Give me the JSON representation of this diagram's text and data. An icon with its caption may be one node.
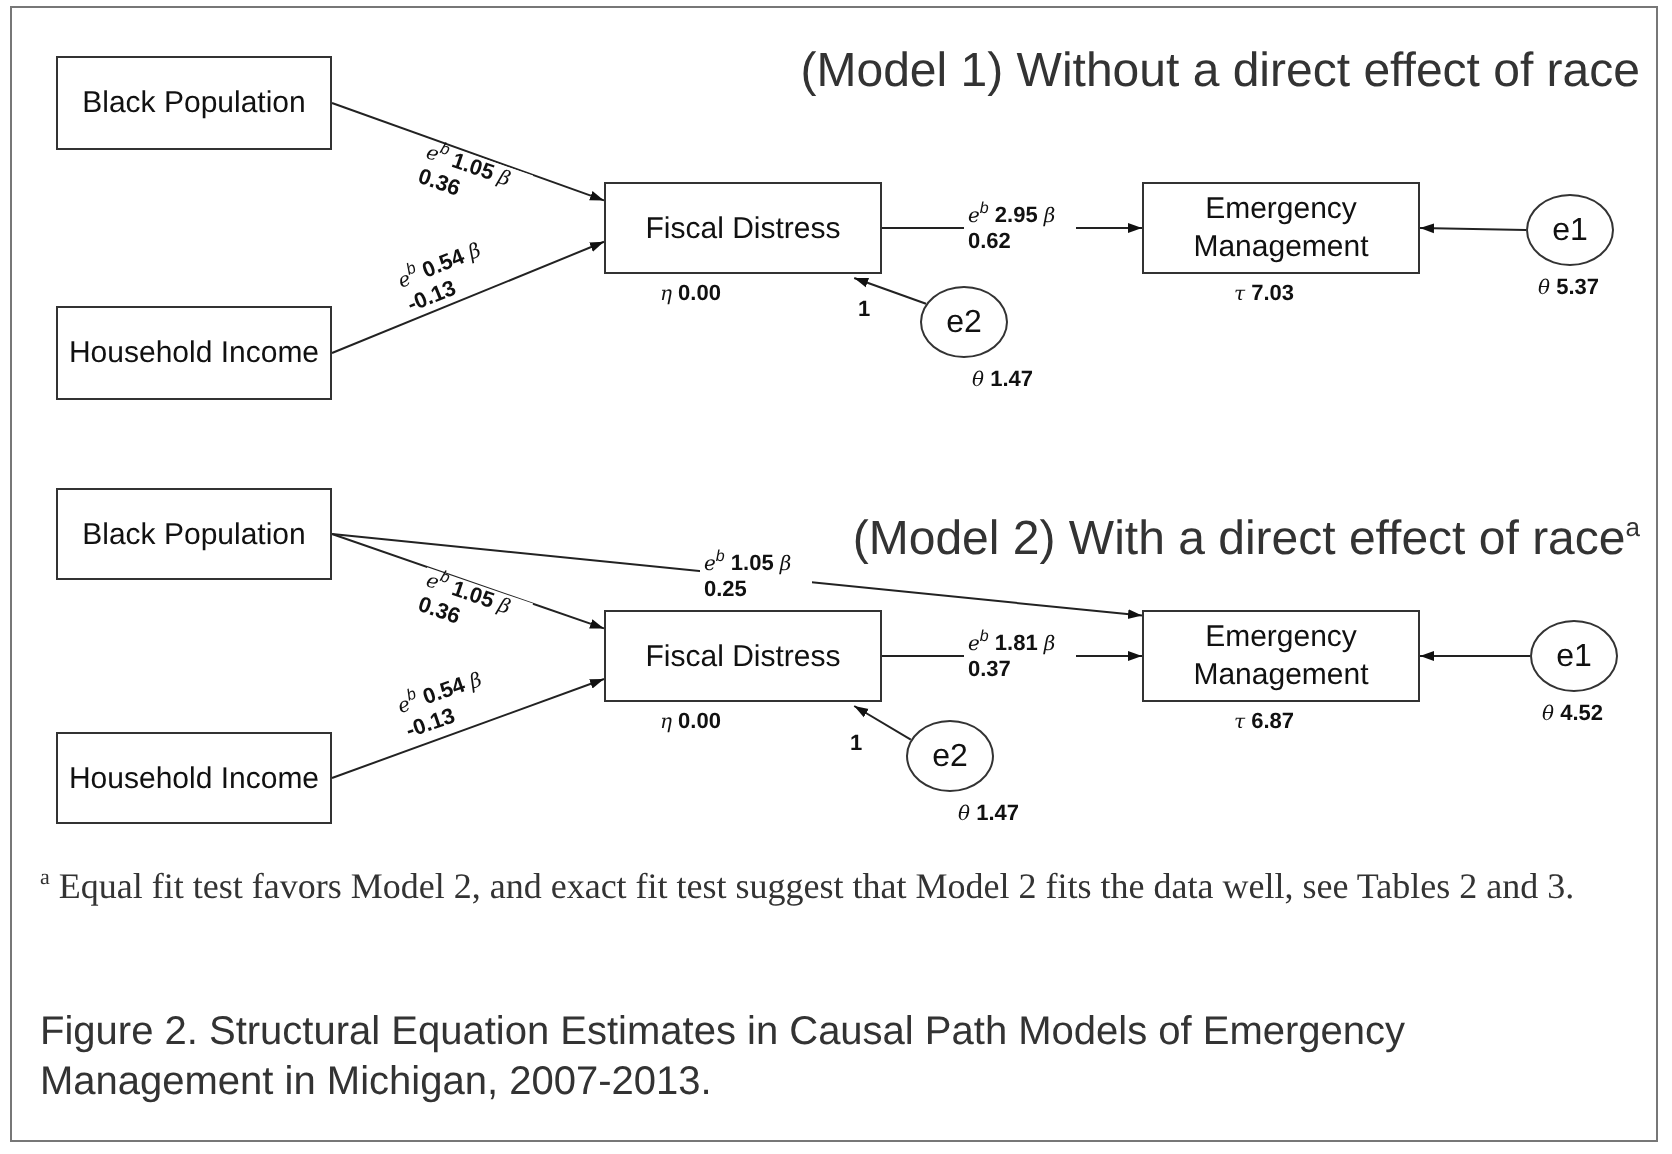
{
  "diagram": {
    "caption": "Figure 2. Structural Equation Estimates in Causal Path Models of Emergency Management in Michigan, 2007-2013.",
    "nodes": [
      {
        "text": [
          "Black Population"
        ]
      },
      {
        "text": [
          "Household Income"
        ]
      },
      {
        "text": [
          "Fiscal Distress"
        ],
        "beside": [
          "*η* 0.00"
        ]
      },
      {
        "text": [
          "Emergency Management"
        ],
        "beside": [
          "*τ* 7.03"
        ]
      },
      {
        "text": [
          "e1"
        ],
        "beside": [
          "*θ* 5.37"
        ]
      },
      {
        "text": [
          "e2"
        ],
        "beside": [
          "*θ* 1.47"
        ]
      },
      {
        "text": [
          "Black Population"
        ]
      },
      {
        "text": [
          "Household Income"
        ]
      },
      {
        "text": [
          "Fiscal Distress"
        ],
        "beside": [
          "*η* 0.00"
        ]
      },
      {
        "text": [
          "Emergency Management"
        ],
        "beside": [
          "*τ* 6.87"
        ]
      },
      {
        "text": [
          "e1"
        ],
        "beside": [
          "*θ* 4.52"
        ]
      },
      {
        "text": [
          "e2"
        ],
        "beside": [
          "*θ* 1.47"
        ]
      }
    ],
    "edges": [
      {
        "from": 0,
        "to": 2,
        "arrow": "to",
        "label": "*e*$^{b}$ 1.05 *β* 0.36"
      },
      {
        "from": 1,
        "to": 2,
        "arrow": "to",
        "label": "*e*$^{b}$ 0.54 *β* -0.13"
      },
      {
        "from": 2,
        "to": 3,
        "arrow": "to",
        "label": "*e*$^{b}$ 2.95 *β* 0.62"
      },
      {
        "from": 4,
        "to": 3,
        "arrow": "to"
      },
      {
        "from": 5,
        "to": 2,
        "arrow": "to",
        "label": "1"
      },
      {
        "from": 6,
        "to": 9,
        "arrow": "to",
        "label": "*e*$^{b}$ 1.05 *β* 0.25"
      },
      {
        "from": 6,
        "to": 8,
        "arrow": "to",
        "label": "*e*$^{b}$ 1.05 *β* 0.36"
      },
      {
        "from": 7,
        "to": 8,
        "arrow": "to",
        "label": "*e*$^{b}$ 0.54 *β* -0.13"
      },
      {
        "from": 8,
        "to": 9,
        "arrow": "to",
        "label": "*e*$^{b}$ 1.81 *β* 0.37"
      },
      {
        "from": 10,
        "to": 9,
        "arrow": "to"
      },
      {
        "from": 11,
        "to": 8,
        "arrow": "to",
        "label": "1"
      }
    ],
    "labels": [
      "(Model 1) Without a direct effect of race",
      "(Model 2) With a direct effect of race$^{a}$",
      "$^{a}$ Equal fit test favors Model 2, and exact fit test suggest that Model 2 fits the data well, see Tables 2 and 3."
    ]
  }
}
